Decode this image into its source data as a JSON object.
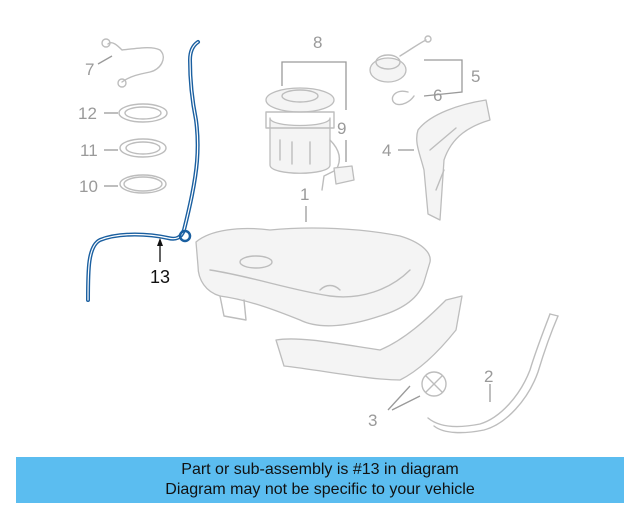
{
  "diagram": {
    "callouts": {
      "c1": "1",
      "c2": "2",
      "c3": "3",
      "c4": "4",
      "c5": "5",
      "c6": "6",
      "c7": "7",
      "c8": "8",
      "c9": "9",
      "c10": "10",
      "c11": "11",
      "c12": "12",
      "c13": "13"
    },
    "highlight_color": "#1a5fa0",
    "part_color": "#bdbdbd"
  },
  "banner": {
    "line1": "Part or sub-assembly is #13 in diagram",
    "line2": "Diagram may not be specific to your vehicle",
    "background": "#5bbdf0"
  }
}
